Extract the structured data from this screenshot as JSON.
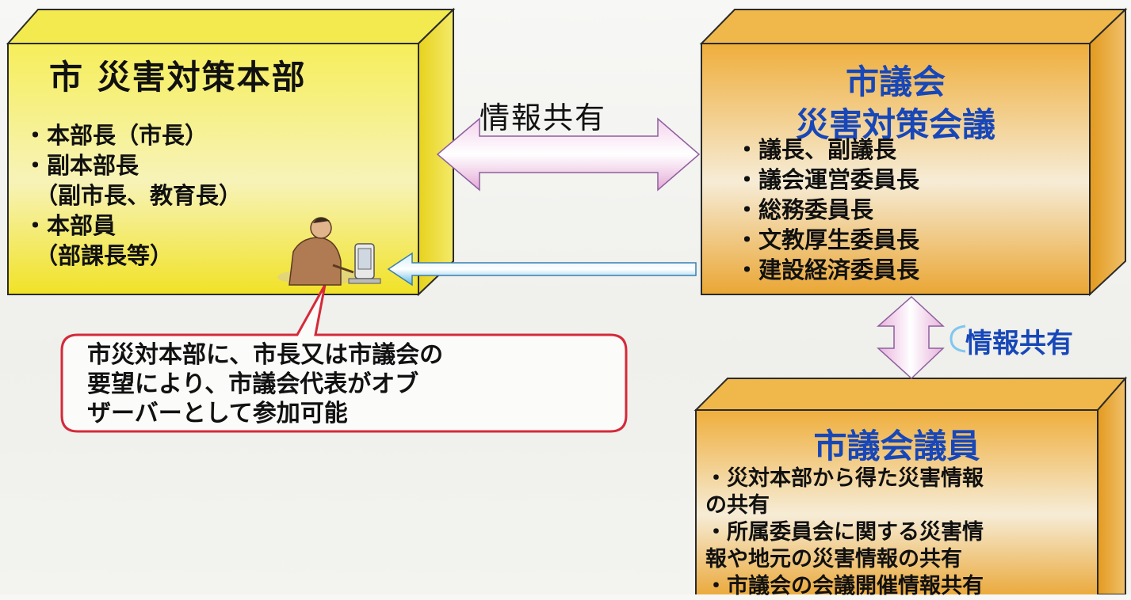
{
  "hq": {
    "title": "市 災害対策本部",
    "items": [
      "・本部長（市長）",
      "・副本部長",
      "（副市長、教育長）",
      "・本部員",
      "（部課長等）"
    ]
  },
  "council_meeting": {
    "title_line1": "市議会",
    "title_line2": "災害対策会議",
    "items": [
      "・議長、副議長",
      "・議会運営委員長",
      "・総務委員長",
      "・文教厚生委員長",
      "・建設経済委員長"
    ]
  },
  "members": {
    "title": "市議会議員",
    "items": [
      "・災対本部から得た災害情報",
      "の共有",
      "・所属委員会に関する災害情",
      "報や地元の災害情報の共有",
      "・市議会の会議開催情報共有"
    ]
  },
  "arrows": {
    "share_top": "情報共有",
    "share_right": "情報共有"
  },
  "callout": {
    "lines": [
      "市災対本部に、市長又は市議会の",
      "要望により、市議会代表がオブ",
      "ザーバーとして参加可能"
    ]
  },
  "colors": {
    "box_yellow": "#f2e630",
    "box_orange": "#eba83a",
    "callout_border": "#d42a3a",
    "arrow_pink": "#e9b4dc",
    "arrow_blue": "#7ec8ec",
    "title_blue": "#1747b8"
  }
}
